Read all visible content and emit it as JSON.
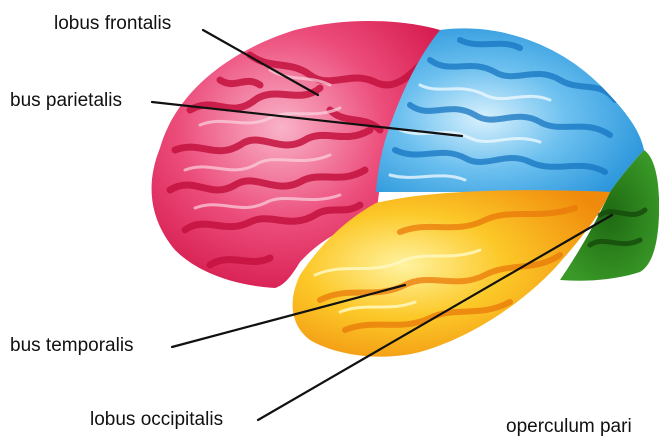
{
  "diagram": {
    "labels": {
      "frontal": "lobus frontalis",
      "parietal": "bus parietalis",
      "temporal": "bus temporalis",
      "occipital": "lobus occipitalis",
      "operculum": "operculum pari"
    },
    "colors": {
      "frontal": "#e3235a",
      "frontal_highlight": "#f7a5c0",
      "parietal": "#2a9be0",
      "parietal_highlight": "#bfe6fb",
      "temporal": "#f5a40e",
      "temporal_highlight": "#fde86a",
      "occipital": "#2f8a1e",
      "label_text": "#111111"
    }
  }
}
